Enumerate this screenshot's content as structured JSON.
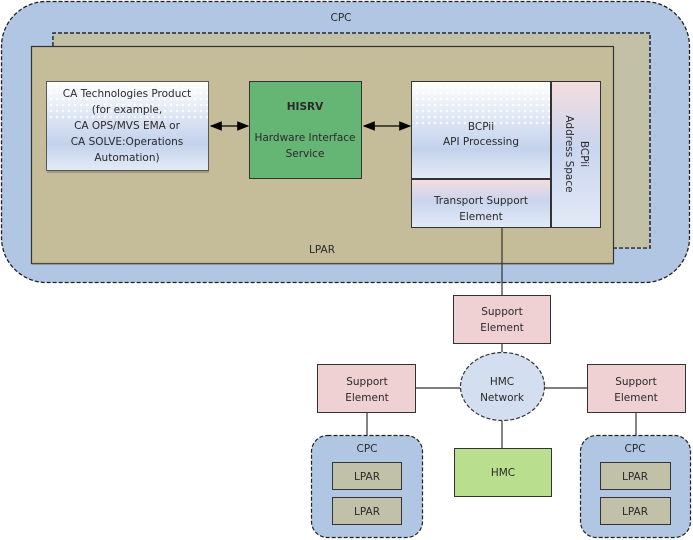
{
  "diagram": {
    "outer_cpc": {
      "label": "CPC"
    },
    "lpar": {
      "label": "LPAR"
    },
    "ca_product": {
      "lines": [
        "CA Technologies Product",
        "(for example,",
        "CA OPS/MVS EMA or",
        "CA SOLVE:Operations",
        "Automation)"
      ]
    },
    "hisrv": {
      "title": "HISRV",
      "lines": [
        "Hardware Interface",
        "Service"
      ]
    },
    "bcpii_api": {
      "lines": [
        "BCPii",
        "API Processing"
      ]
    },
    "transport": {
      "lines": [
        "Transport Support",
        "Element"
      ]
    },
    "bcpii_address_space": {
      "lines": [
        "BCPii",
        "Address Space"
      ]
    },
    "support_element_top": {
      "lines": [
        "Support",
        "Element"
      ]
    },
    "support_element_left": {
      "lines": [
        "Support",
        "Element"
      ]
    },
    "support_element_right": {
      "lines": [
        "Support",
        "Element"
      ]
    },
    "hmc_network": {
      "lines": [
        "HMC",
        "Network"
      ]
    },
    "hmc": {
      "label": "HMC"
    },
    "cpc_left": {
      "label": "CPC",
      "lpars": [
        "LPAR",
        "LPAR"
      ]
    },
    "cpc_right": {
      "label": "CPC",
      "lpars": [
        "LPAR",
        "LPAR"
      ]
    }
  },
  "colors": {
    "cpc_fill": "#b0c6e2",
    "lpar_fill": "#c5bd99",
    "lpar_back_fill": "#c2c0a6",
    "hisrv_fill": "#65b574",
    "support_fill": "#efd0d3",
    "network_fill": "#d3dff0",
    "hmc_fill": "#b9de8d",
    "small_lpar_fill": "#c1c0a8"
  }
}
